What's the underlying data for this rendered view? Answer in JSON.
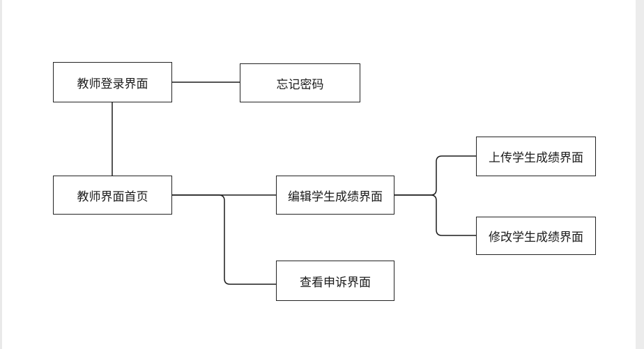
{
  "diagram": {
    "nodes": {
      "login": "教师登录界面",
      "forgot": "忘记密码",
      "home": "教师界面首页",
      "edit": "编辑学生成绩界面",
      "view": "查看申诉界面",
      "upload": "上传学生成绩界面",
      "modify": "修改学生成绩界面"
    },
    "edges": [
      [
        "login",
        "forgot"
      ],
      [
        "login",
        "home"
      ],
      [
        "home",
        "edit"
      ],
      [
        "home",
        "view"
      ],
      [
        "edit",
        "upload"
      ],
      [
        "edit",
        "modify"
      ]
    ]
  }
}
